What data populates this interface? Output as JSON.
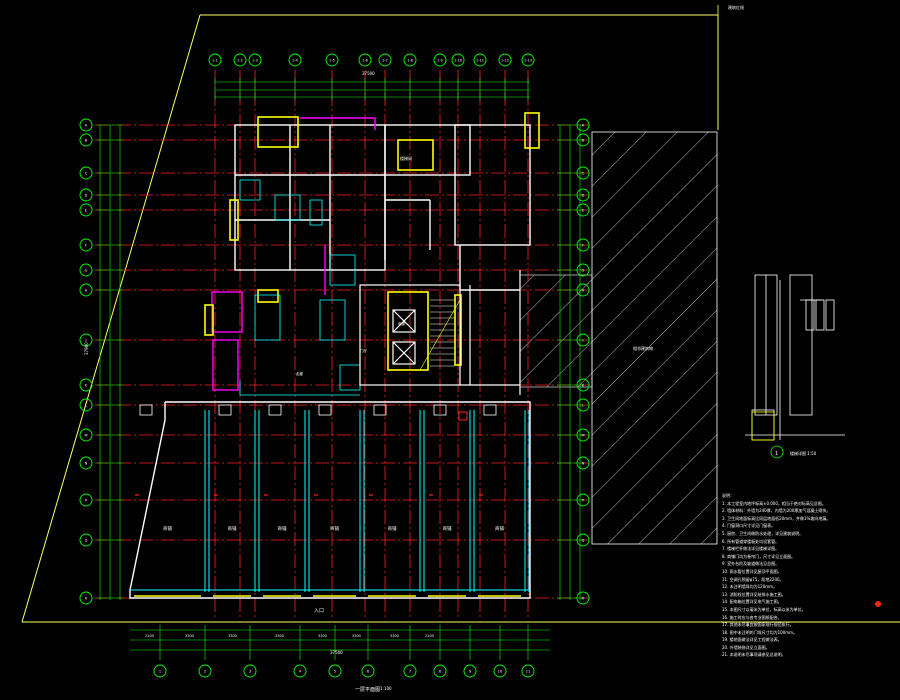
{
  "drawing": {
    "title": "一层平面图",
    "scale": "1:100",
    "north_point_label": "建筑红线",
    "hatched_area_label": "相邻建筑物",
    "detail_label": "楼梯详图 1:50",
    "detail_number": "1"
  },
  "grid": {
    "top_axes": [
      "1-1",
      "1-2",
      "1-3",
      "1-4",
      "1-5",
      "1-6",
      "1-7",
      "1-8",
      "1-9",
      "1-10",
      "1-11",
      "1-12",
      "1-13"
    ],
    "bottom_axes": [
      "1",
      "2",
      "3",
      "4",
      "5",
      "6",
      "7",
      "8",
      "9",
      "10",
      "11"
    ],
    "left_axes": [
      "A",
      "B",
      "C",
      "D",
      "E",
      "F",
      "G",
      "H",
      "J",
      "K",
      "L",
      "M",
      "N",
      "P",
      "Q",
      "R"
    ],
    "right_axes": [
      "A",
      "B",
      "C",
      "D",
      "E",
      "F",
      "G",
      "H",
      "J",
      "K",
      "L",
      "M",
      "N",
      "P",
      "Q",
      "R"
    ]
  },
  "dimensions": {
    "top_total": "37500",
    "bottom_total": "37500",
    "bottom_segments": [
      "2100",
      "3300",
      "3300",
      "3300",
      "3300",
      "3300",
      "3300",
      "2100"
    ],
    "left_total": "37900"
  },
  "rooms": {
    "shops": [
      "商铺",
      "商铺",
      "商铺",
      "商铺",
      "商铺",
      "商铺",
      "商铺"
    ],
    "stair": "楼梯间",
    "elevator": "电梯",
    "corridor": "走廊",
    "entrance": "入口",
    "lobby": "门厅"
  },
  "notes": {
    "header": "说明：",
    "items": [
      "1. 本工程室内地坪标高±0.000，相当于绝对标高见总图。",
      "2. 墙体材料：外墙为240厚，内墙为200厚加气混凝土砌块。",
      "3. 卫生间地面标高比同层地面低20mm，并做1%坡向地漏。",
      "4. 门窗洞口尺寸详见门窗表。",
      "5. 厨房、卫生间做防水处理，详见建筑说明。",
      "6. 所有管道穿楼板处均设套管。",
      "7. 楼梯栏杆做法详见楼梯详图。",
      "8. 商铺门均为卷帘门，尺寸详见立面图。",
      "9. 室外台阶及坡道做法见总图。",
      "10. 雨水管位置详见屋顶平面图。",
      "11. 空调孔预留φ75，距地2200。",
      "12. 未注明墙垛均为120mm。",
      "13. 消防栓位置详见给排水施工图。",
      "14. 配电箱位置详见电气施工图。",
      "15. 本图尺寸以毫米为单位，标高以米为单位。",
      "16. 施工时应与各专业图纸配合。",
      "17. 其他未尽事宜按国家现行规范执行。",
      "18. 图中未注明的门垛尺寸均为100mm。",
      "19. 楼地面做法详见工程做法表。",
      "20. 外墙装修详见立面图。",
      "21. 本说明未尽事项请参见总说明。"
    ]
  },
  "colors": {
    "background": "#000000",
    "grid_line": "#ff0000",
    "axis_bubble": "#00ff00",
    "wall": "#ffffff",
    "window": "#00ffff",
    "column": "#ffff00",
    "kitchen": "#ff00ff",
    "boundary": "#ffff66"
  }
}
